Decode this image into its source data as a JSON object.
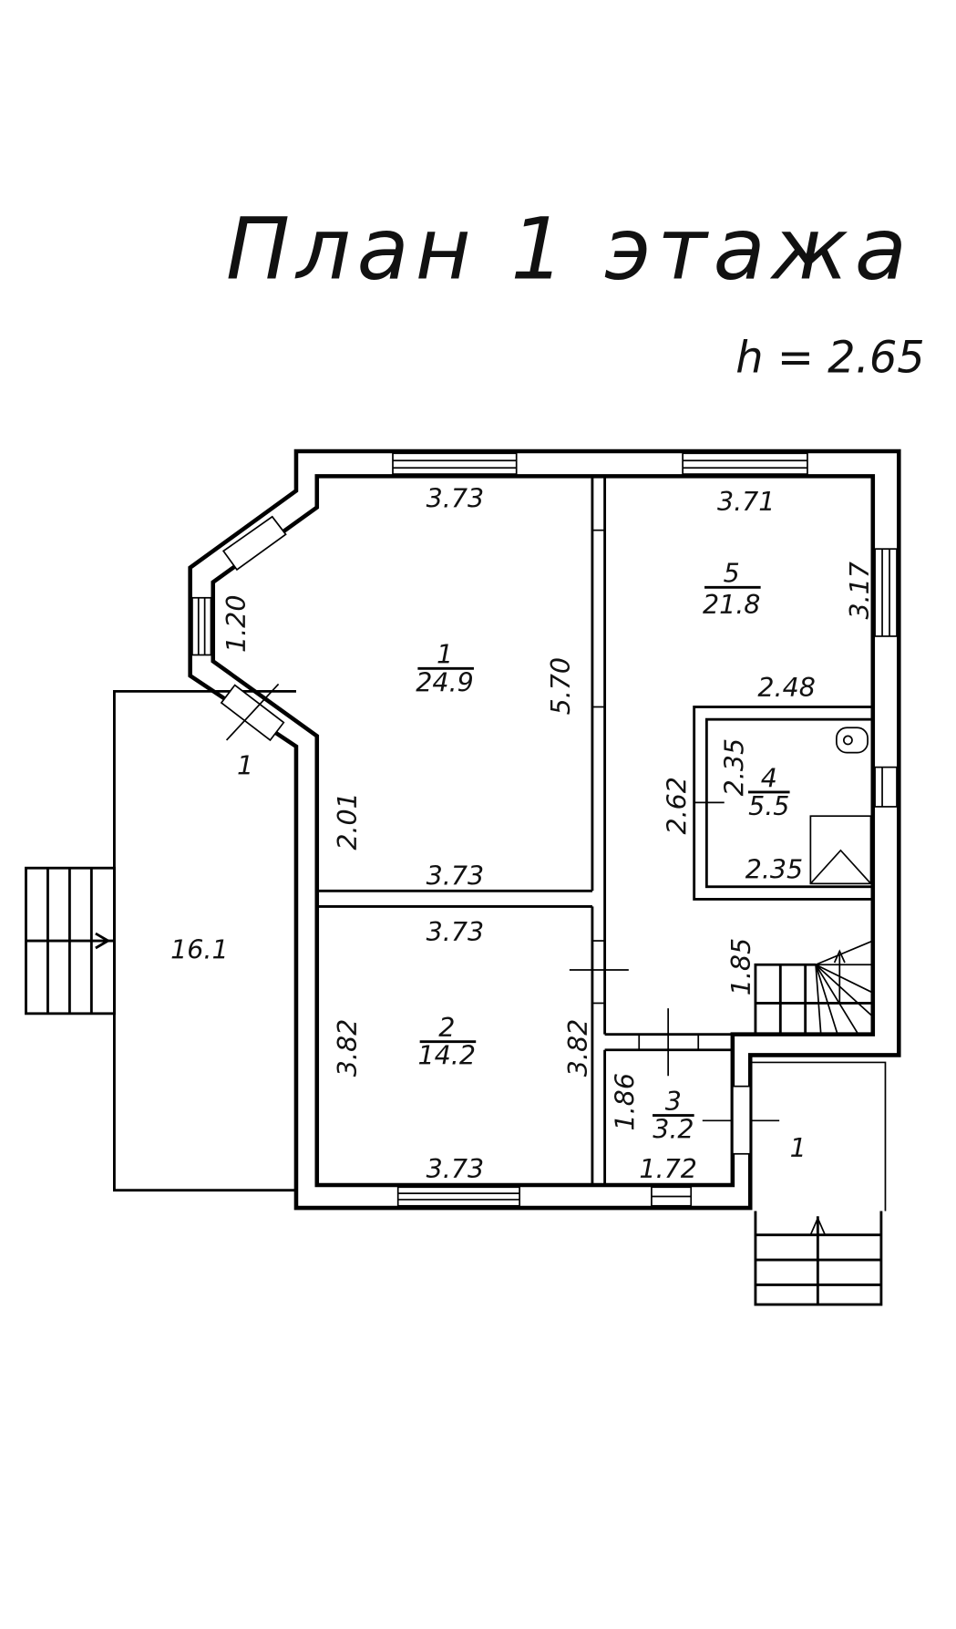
{
  "title": "План 1 этажа",
  "height_label": "h = 2.65",
  "rooms": [
    {
      "number": "1",
      "area": "24.9"
    },
    {
      "number": "2",
      "area": "14.2"
    },
    {
      "number": "3",
      "area": "3.2"
    },
    {
      "number": "4",
      "area": "5.5"
    },
    {
      "number": "5",
      "area": "21.8"
    }
  ],
  "terrace_area": "16.1",
  "porch_labels": [
    "1",
    "1"
  ],
  "dimensions": {
    "room1_top": "3.73",
    "room1_bottom": "3.73",
    "room1_right": "5.70",
    "room1_left": "2.01",
    "bay_window": "1.20",
    "room5_top": "3.71",
    "room5_right": "3.17",
    "bath_top": "2.48",
    "bath_left_inner": "2.35",
    "bath_left_outer": "2.62",
    "bath_bottom": "2.35",
    "room2_top": "3.73",
    "room2_bottom": "3.73",
    "room2_left": "3.82",
    "room2_right": "3.82",
    "stairs": "1.85",
    "room3_left": "1.86",
    "room3_bottom": "1.72"
  }
}
